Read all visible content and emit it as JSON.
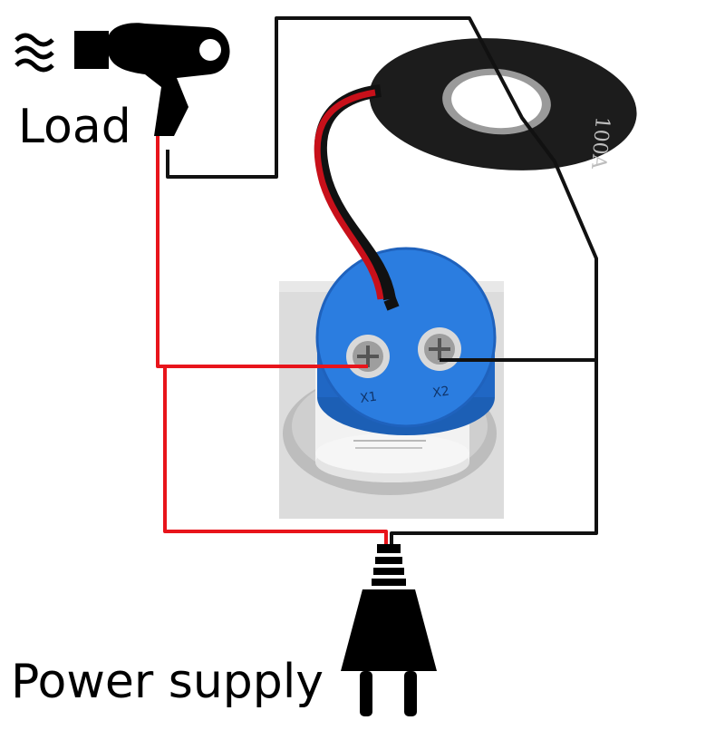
{
  "labels": {
    "load": "Load",
    "power_supply": "Power supply",
    "ct_rating": "100A",
    "terminal_x1": "X1",
    "terminal_x2": "X2"
  },
  "colors": {
    "live_wire": "#e8141b",
    "neutral_wire": "#111111",
    "meter_cap": "#2b7de0",
    "ct_body": "#1c1c1c",
    "panel": "#dcdcdc",
    "background": "#ffffff"
  },
  "icons": {
    "load": "hair-dryer-icon",
    "supply": "power-plug-icon",
    "sensor": "current-transformer-ring",
    "meter": "panel-meter"
  }
}
